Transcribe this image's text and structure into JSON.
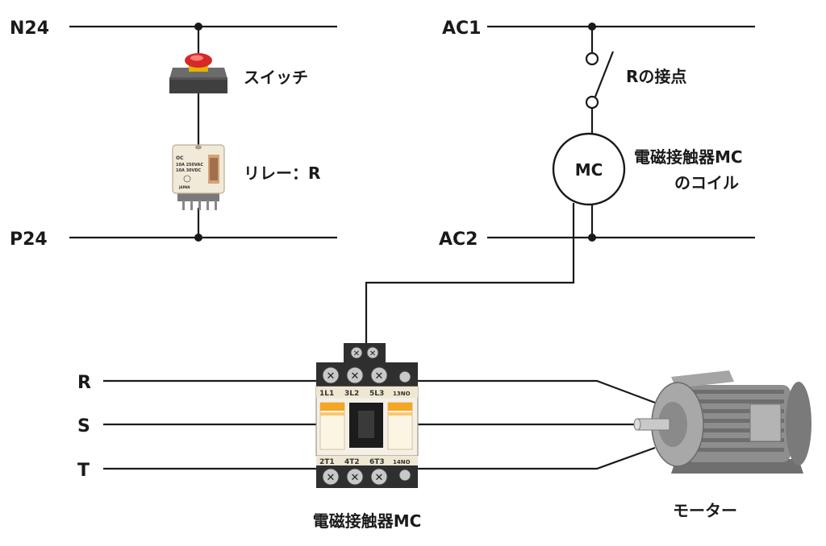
{
  "rails": {
    "n24": "N24",
    "p24": "P24",
    "ac1": "AC1",
    "ac2": "AC2"
  },
  "phases": {
    "r": "R",
    "s": "S",
    "t": "T"
  },
  "components": {
    "switch_label": "スイッチ",
    "relay_label": "リレー：R",
    "contact_label": "Rの接点",
    "coil_label_line1": "電磁接触器MC",
    "coil_label_line2": "のコイル",
    "coil_symbol": "MC",
    "contactor_label": "電磁接触器MC",
    "motor_label": "モーター"
  },
  "relay_markings": {
    "line1": "OC",
    "line2": "10A 250VAC",
    "line3": "10A 30VDC",
    "line4": "JAPAN"
  },
  "contactor_terminals": {
    "top": [
      "1L1",
      "3L2",
      "5L3",
      "13NO"
    ],
    "bottom": [
      "2T1",
      "4T2",
      "6T3",
      "14NO"
    ]
  },
  "colors": {
    "wire": "#1a1a1a",
    "switch_button": "#d62828",
    "contactor_body": "#f4f0e6",
    "contactor_label_band": "#f5a623",
    "motor_body": "#9a9a9a"
  }
}
